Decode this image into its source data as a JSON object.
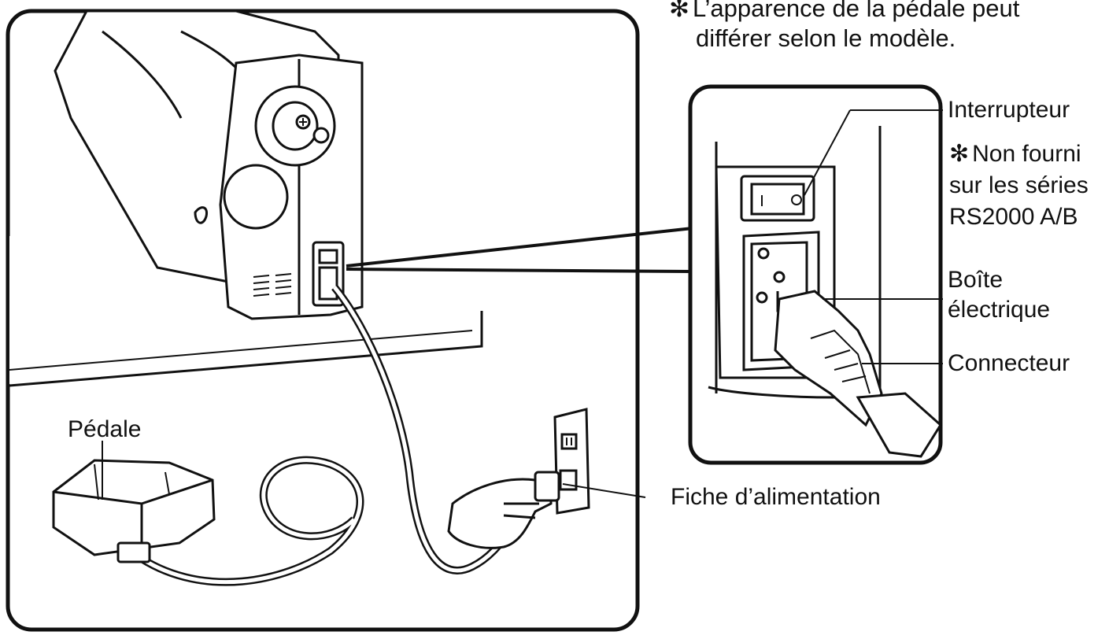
{
  "note": {
    "marker": "✻",
    "line1": "L’apparence de la pédale peut",
    "line2": "différer selon le modèle."
  },
  "labels": {
    "interrupteur": "Interrupteur",
    "non_fourni_marker": "✻",
    "non_fourni_line1": "Non fourni",
    "non_fourni_line2": "sur les séries",
    "non_fourni_line3": "RS2000 A/B",
    "boite_line1": "Boîte",
    "boite_line2": "électrique",
    "connecteur": "Connecteur",
    "pedale": "Pédale",
    "fiche": "Fiche d’alimentation"
  }
}
